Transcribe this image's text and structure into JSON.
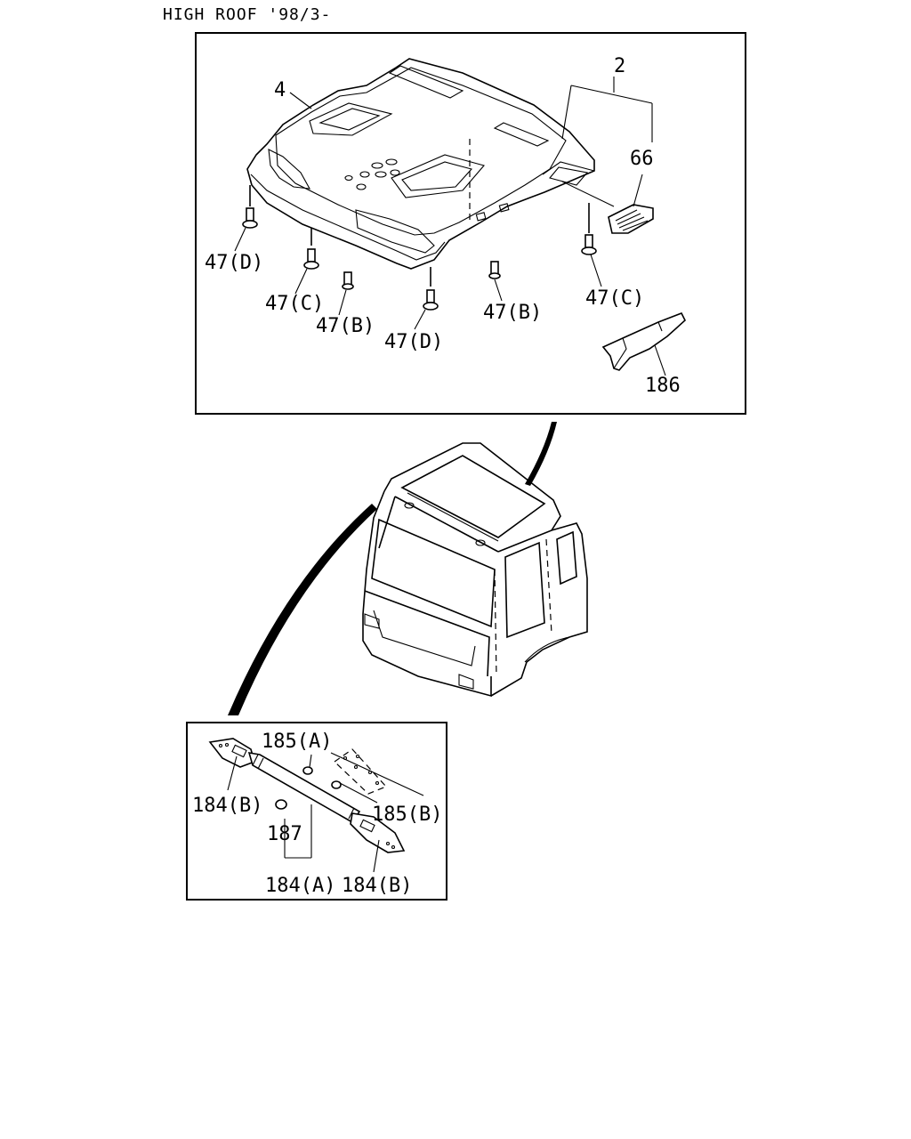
{
  "title": "HIGH ROOF '98/3-",
  "labels": {
    "roof_panel": "4",
    "roof_assembly": "2",
    "vent": "66",
    "screw_d1": "47(D)",
    "screw_c1": "47(C)",
    "screw_b1": "47(B)",
    "screw_d2": "47(D)",
    "screw_b2": "47(B)",
    "screw_c2": "47(C)",
    "corner_trim": "186",
    "grommet_a": "185(A)",
    "end_cap_left": "184(B)",
    "grommet_b": "185(B)",
    "clip": "187",
    "rail_assembly": "184(A)",
    "end_cap_right": "184(B)"
  }
}
